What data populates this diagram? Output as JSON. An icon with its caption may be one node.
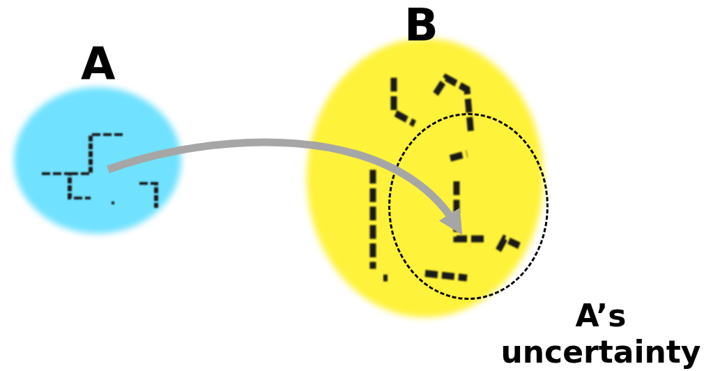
{
  "diagram": {
    "nodes": [
      {
        "text": [
          "A"
        ]
      },
      {
        "text": [
          "B"
        ]
      },
      {
        "text": [],
        "shape": "circle",
        "in": 1,
        "beside": [
          "A’s uncertainty"
        ]
      }
    ],
    "edges": [
      {
        "from": 0,
        "to": 2,
        "arrow": "to"
      }
    ]
  }
}
